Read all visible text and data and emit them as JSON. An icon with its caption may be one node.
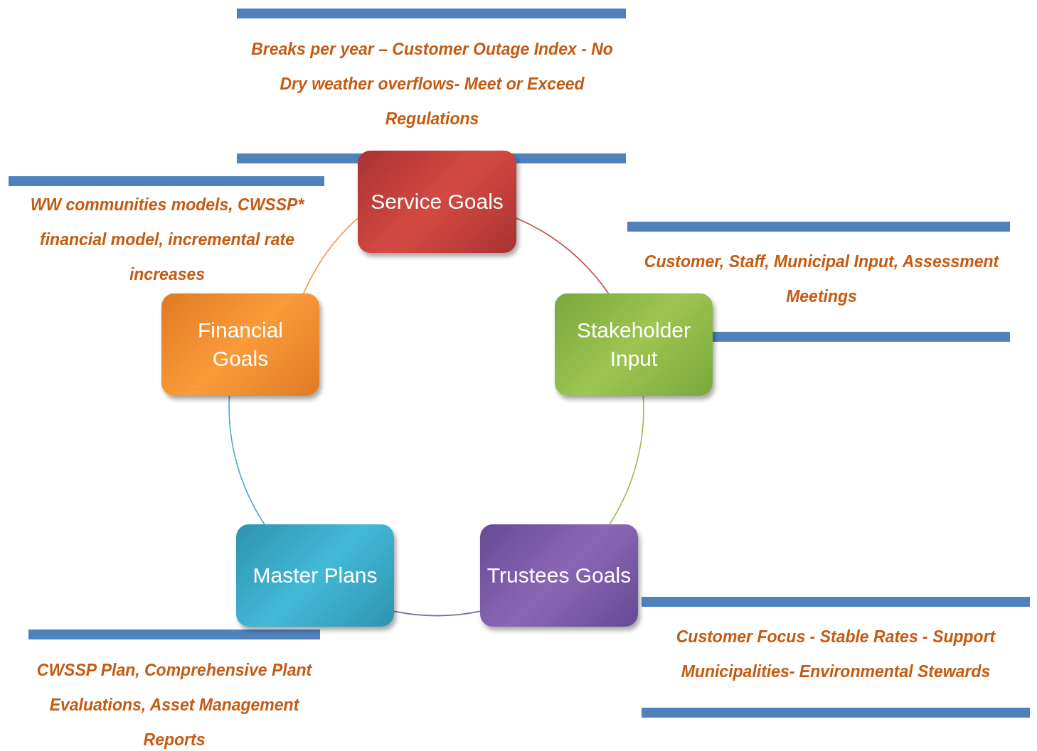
{
  "diagram": {
    "nodes": [
      {
        "text": [
          "Service Goals"
        ]
      },
      {
        "text": [
          "Stakeholder Input"
        ]
      },
      {
        "text": [
          "Trustees Goals"
        ]
      },
      {
        "text": [
          "Master Plans"
        ]
      },
      {
        "text": [
          "Financial Goals"
        ]
      }
    ],
    "edges": [
      {
        "from": 0,
        "to": 1,
        "arrow": "none",
        "color": "#c0504d"
      },
      {
        "from": 1,
        "to": 2,
        "arrow": "none",
        "color": "#9bbb59"
      },
      {
        "from": 2,
        "to": 3,
        "arrow": "none",
        "color": "#8064a2"
      },
      {
        "from": 3,
        "to": 4,
        "arrow": "none",
        "color": "#4bacc6"
      },
      {
        "from": 4,
        "to": 0,
        "arrow": "none",
        "color": "#f79646"
      }
    ],
    "labels": [
      "Breaks per year – Customer Outage Index - No Dry weather overflows- Meet or Exceed Regulations",
      "WW communities models, CWSSP* financial model, incremental rate increases",
      "Customer, Staff, Municipal Input, Assessment Meetings",
      "Customer Focus - Stable Rates - Support Municipalities- Environmental Stewards",
      "CWSSP Plan, Comprehensive Plant Evaluations, Asset Management Reports"
    ]
  }
}
